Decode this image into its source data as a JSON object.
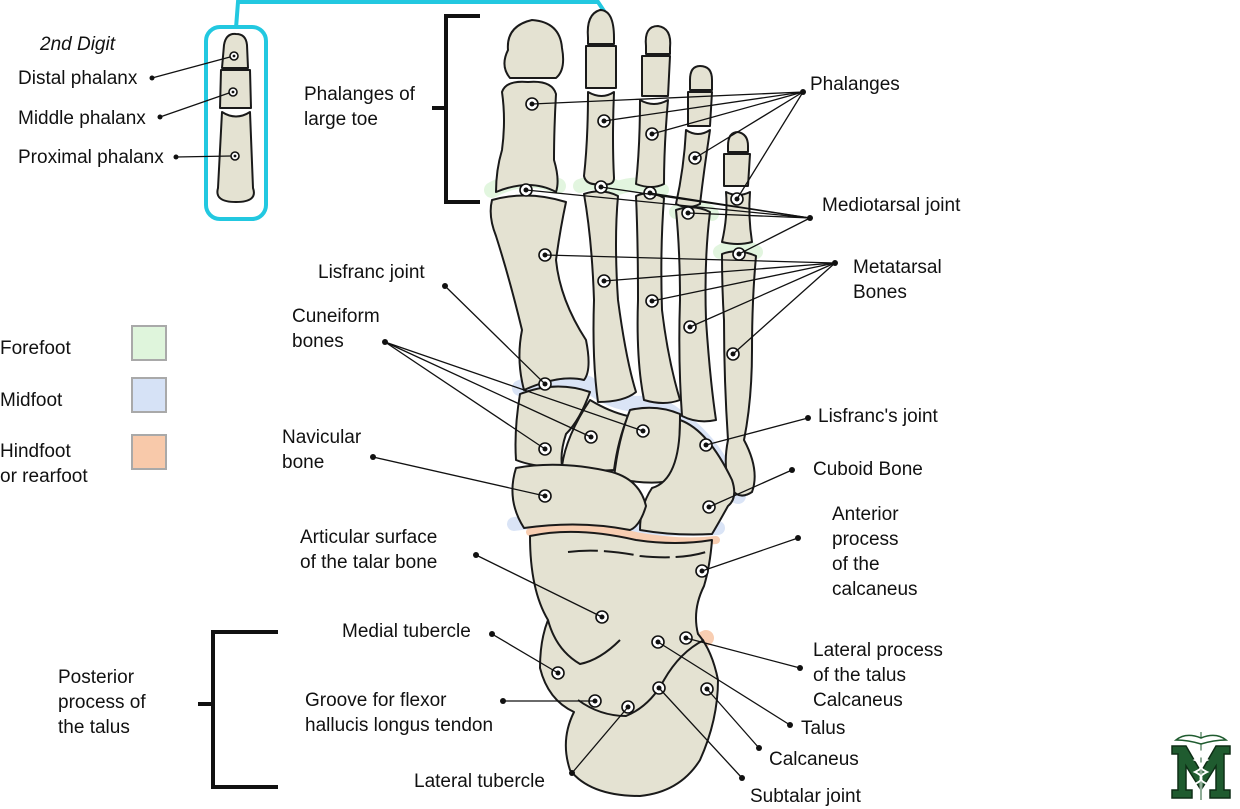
{
  "inset": {
    "title": "2nd Digit",
    "labels": [
      "Distal phalanx",
      "Middle phalanx",
      "Proximal phalanx"
    ]
  },
  "legend": {
    "items": [
      {
        "label": "Forefoot",
        "color": "#dff5dc"
      },
      {
        "label": "Midfoot",
        "color": "#d6e2f6"
      },
      {
        "label": "Hindfoot\nor rearfoot",
        "color": "#f8c9aa"
      }
    ]
  },
  "labels": {
    "phalanges_large_toe": "Phalanges of\nlarge toe",
    "phalanges": "Phalanges",
    "mediotarsal_joint": "Mediotarsal joint",
    "metatarsal_bones": "Metatarsal\nBones",
    "lisfranc_joint_left": "Lisfranc joint",
    "cuneiform_bones": "Cuneiform\nbones",
    "lisfrancs_joint_right": "Lisfranc's joint",
    "navicular_bone": "Navicular\nbone",
    "cuboid_bone": "Cuboid Bone",
    "anterior_process": "Anterior\nprocess\nof the\ncalcaneus",
    "articular_surface": "Articular surface\nof the talar bone",
    "medial_tubercle": "Medial tubercle",
    "lateral_process": "Lateral process\nof the talus\nCalcaneus",
    "talus": "Talus",
    "calcaneus": "Calcaneus",
    "subtalar_joint": "Subtalar joint",
    "posterior_process": "Posterior\nprocess of\nthe talus",
    "groove_fhl": "Groove for flexor\nhallucis longus tendon",
    "lateral_tubercle": "Lateral tubercle"
  },
  "colors": {
    "bone": "#e4e2d2",
    "inset_border": "#22c8e0",
    "forefoot": "#dff5dc",
    "midfoot": "#d6e2f6",
    "hindfoot": "#f8c9aa",
    "logo": "#1f5b2f"
  },
  "logo": {
    "letter": "M",
    "icon": "caduceus-logo"
  }
}
